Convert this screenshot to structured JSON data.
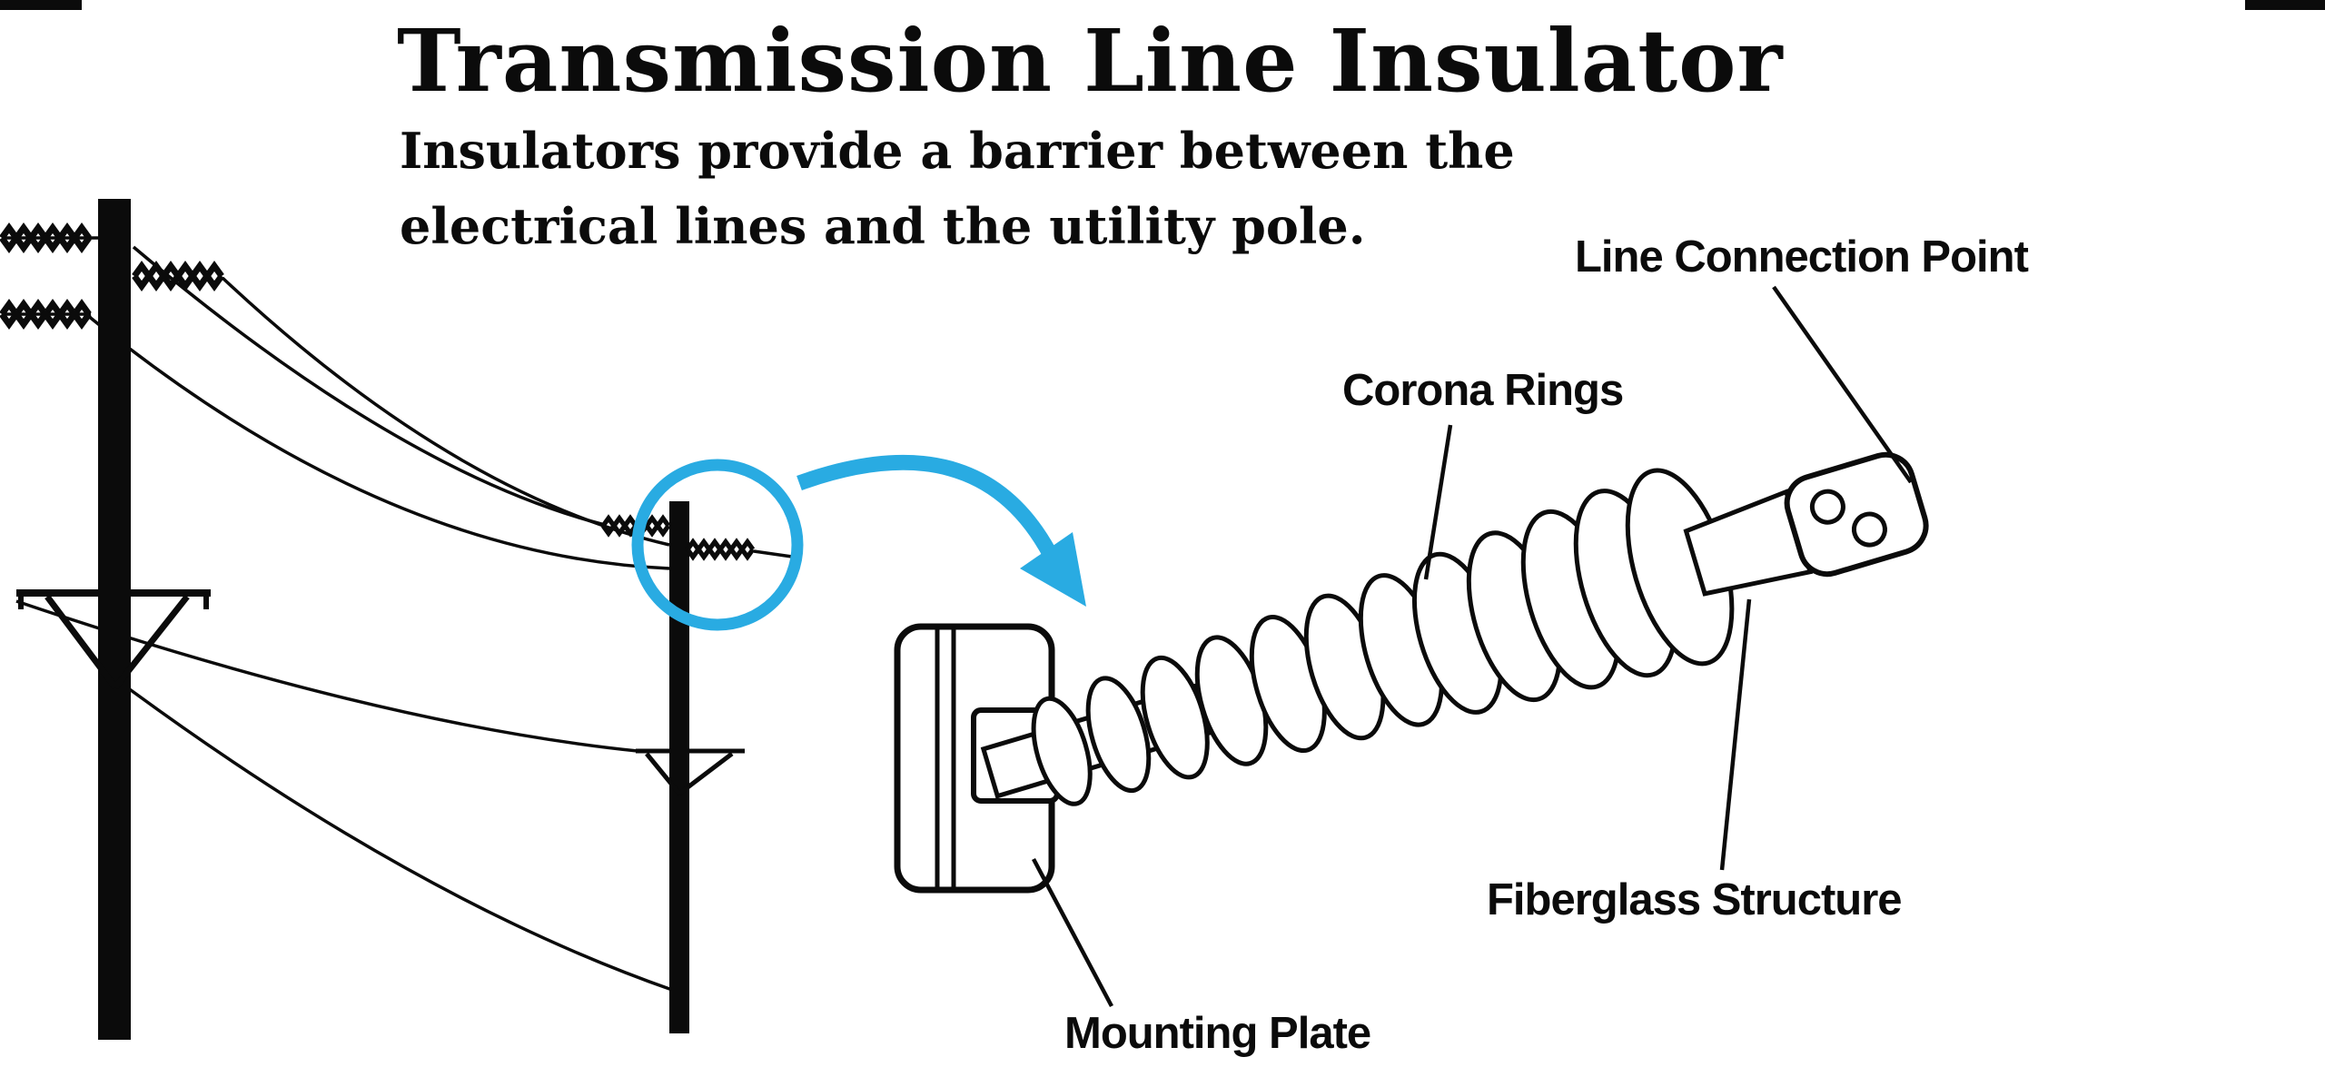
{
  "title": "Transmission Line Insulator",
  "subtitle": {
    "line1": "Insulators provide a barrier between the",
    "line2": "electrical lines and the utility pole."
  },
  "labels": {
    "line_connection_point": "Line Connection Point",
    "corona_rings": "Corona Rings",
    "fiberglass_structure": "Fiberglass Structure",
    "mounting_plate": "Mounting Plate"
  },
  "colors": {
    "accent_blue": "#29ABE2",
    "ink": "#0b0b0b",
    "background": "#FFFFFF"
  }
}
